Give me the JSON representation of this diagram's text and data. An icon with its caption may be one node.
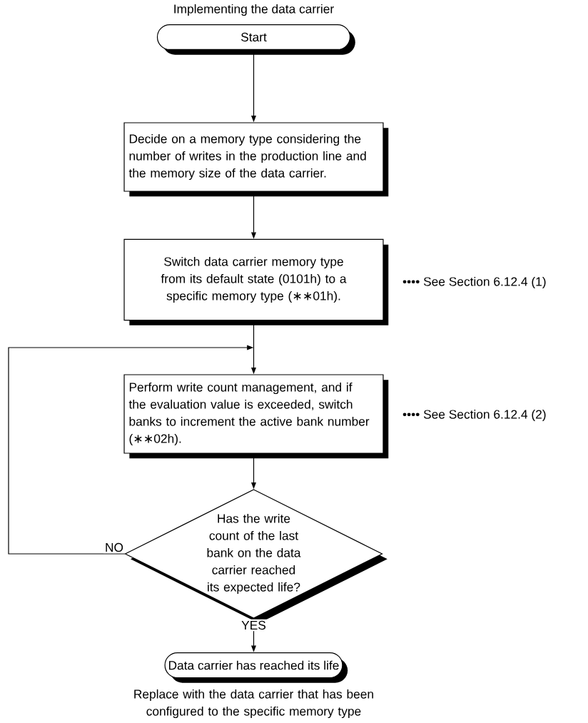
{
  "diagram": {
    "title": "Implementing the data carrier",
    "nodes": [
      {
        "text": [
          "Start"
        ]
      },
      {
        "text": [
          "Decide on a memory type considering the number of writes in the production line and the memory size of the data carrier."
        ]
      },
      {
        "text": [
          "Switch data carrier memory type from its default state (0101h) to a specific memory type (∗∗01h)."
        ],
        "beside": [
          "•••• See Section 6.12.4 (1)"
        ]
      },
      {
        "text": [
          "Perform write count management, and if the evaluation value is exceeded, switch banks to increment the active bank number (∗∗02h)."
        ],
        "beside": [
          "•••• See Section 6.12.4 (2)"
        ]
      },
      {
        "text": [
          "Has the write count of the last bank on the data carrier reached its expected life?"
        ]
      },
      {
        "text": [
          "Data carrier has reached its life"
        ],
        "beside": [
          "Replace with the data carrier that has been configured to the specific memory type"
        ]
      }
    ],
    "edges": [
      {
        "from": 0,
        "to": 1,
        "arrow": "to"
      },
      {
        "from": 1,
        "to": 2,
        "arrow": "to"
      },
      {
        "from": 2,
        "to": 3,
        "arrow": "to"
      },
      {
        "from": 3,
        "to": 4,
        "arrow": "to"
      },
      {
        "from": 4,
        "to": 5,
        "arrow": "to",
        "label": "YES"
      },
      {
        "from": 4,
        "to": 3,
        "arrow": "to",
        "label": "NO"
      }
    ]
  }
}
